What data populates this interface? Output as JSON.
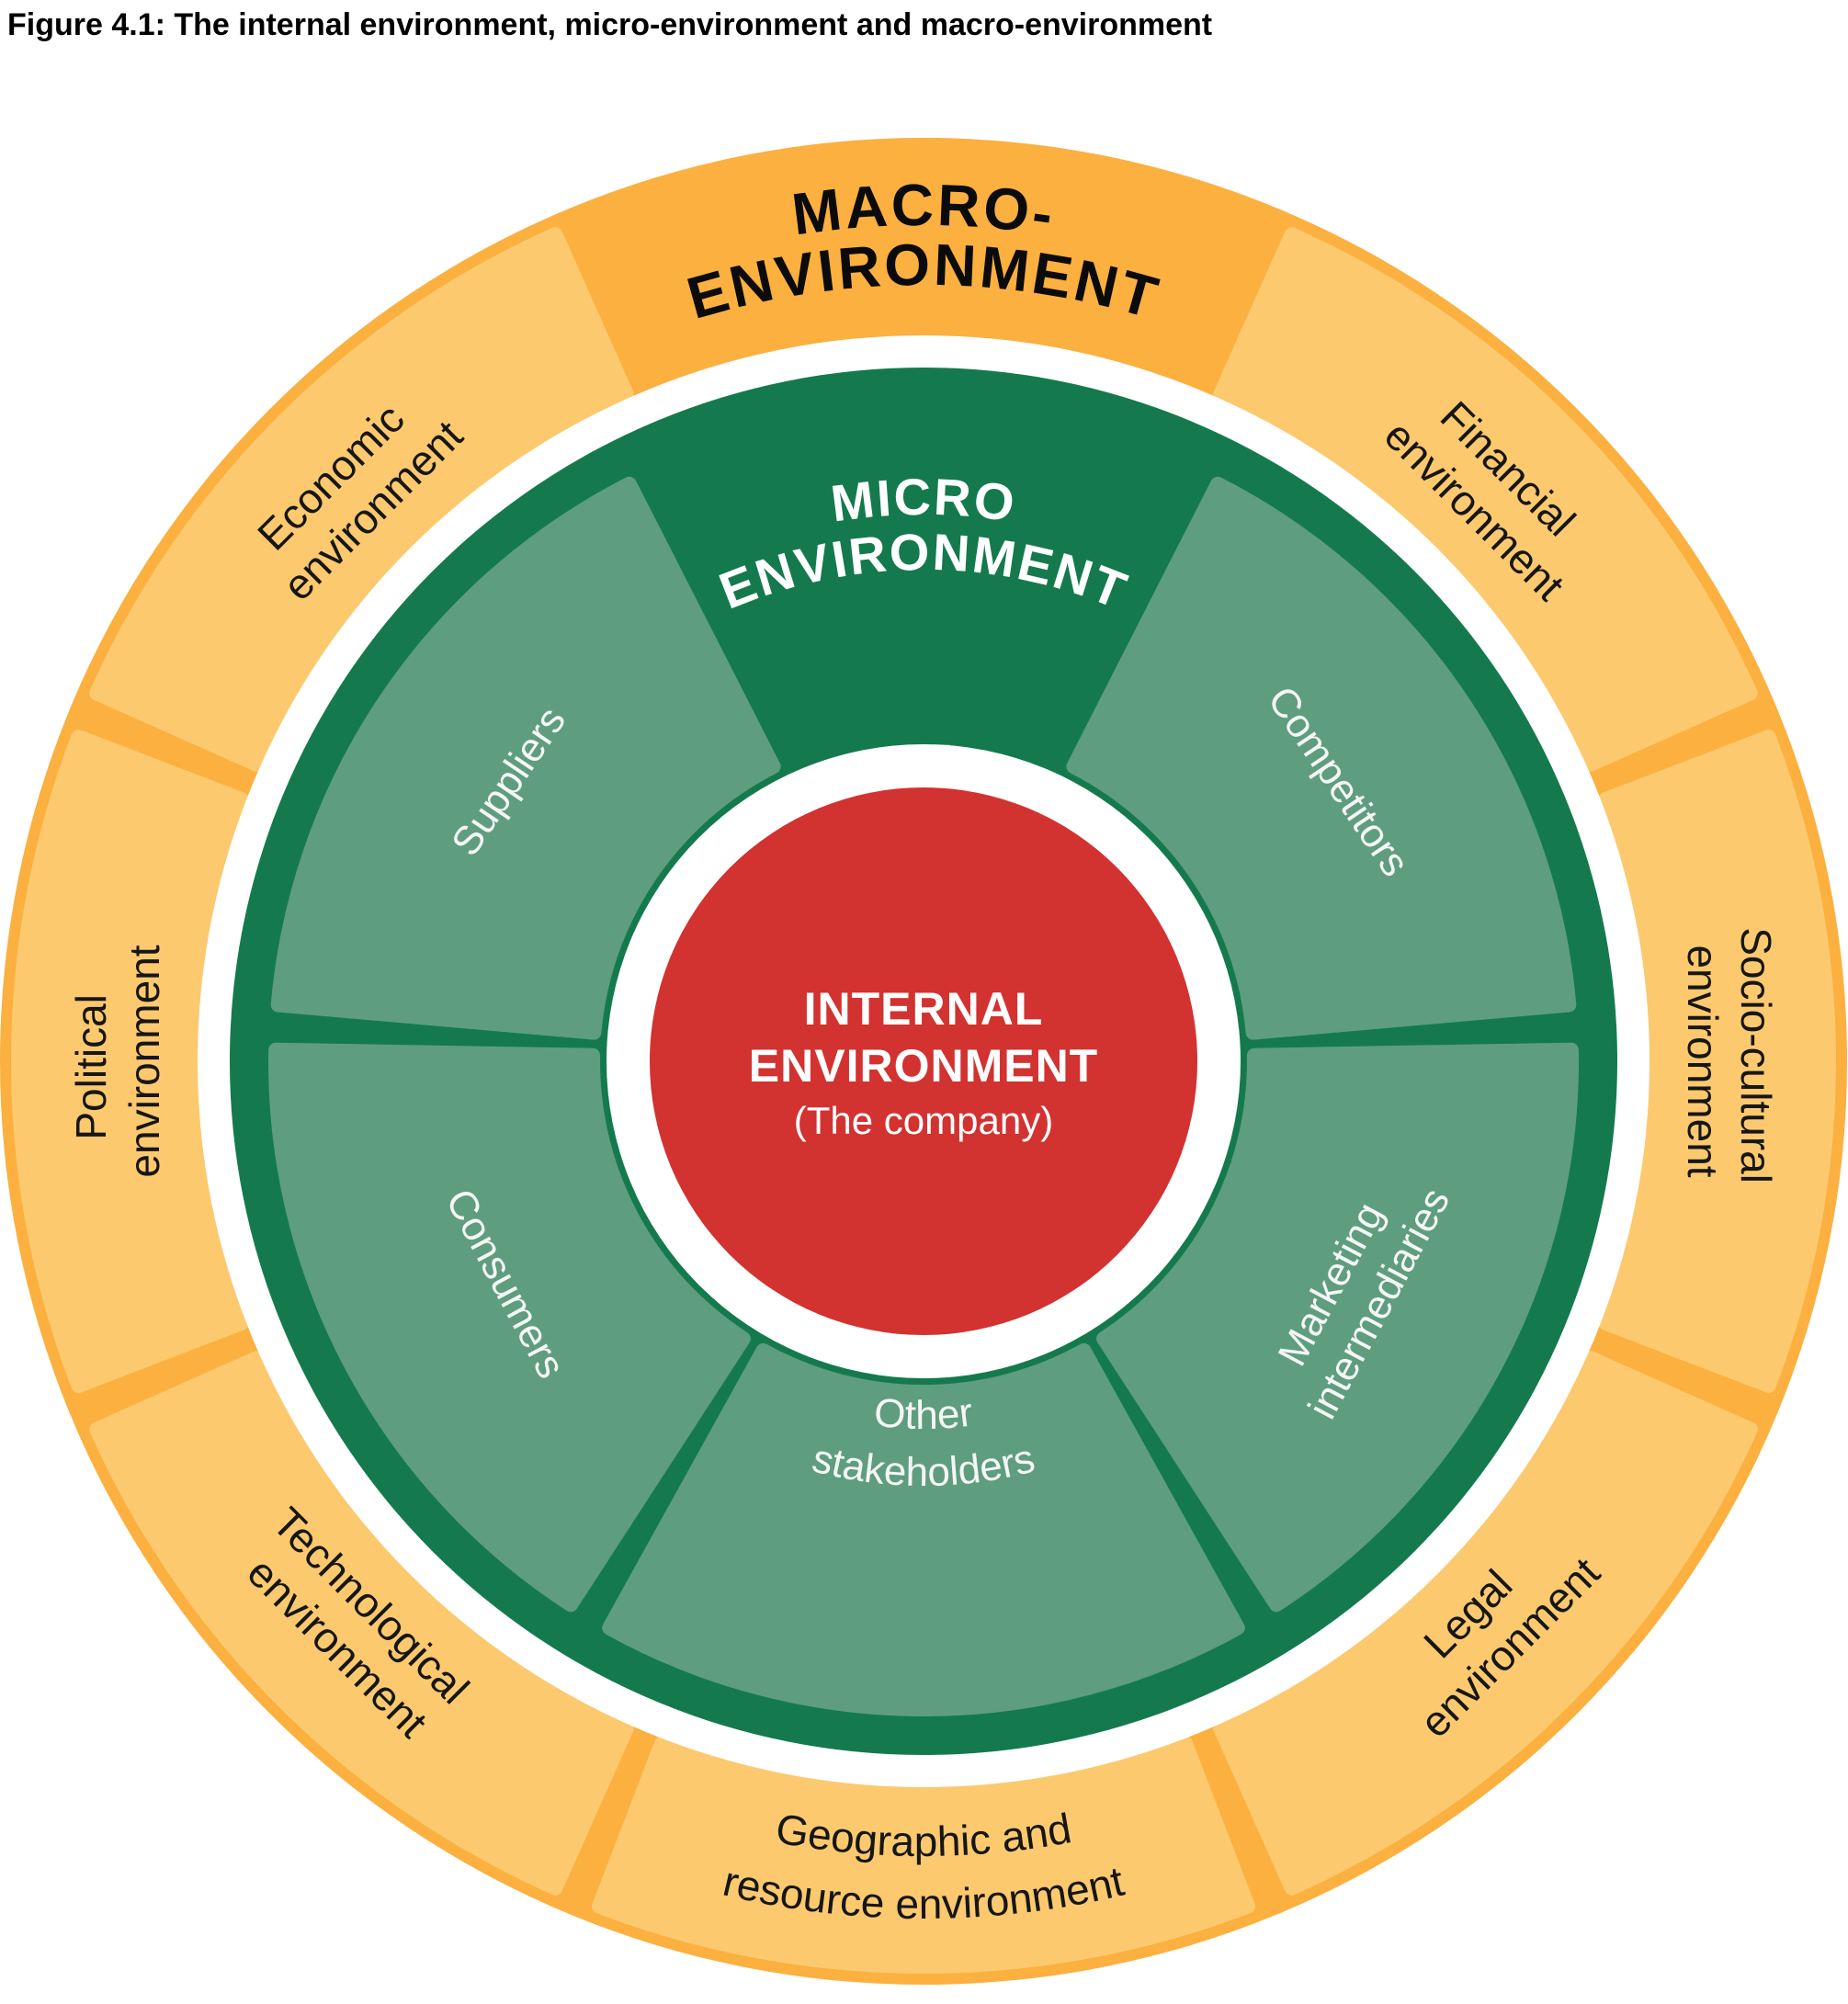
{
  "figure": {
    "title": "Figure 4.1: The internal environment, micro-environment and macro-environment"
  },
  "colors": {
    "macro_ring": "#FBB03F",
    "macro_segment": "#FCC96F",
    "micro_ring": "#147A4D",
    "micro_segment": "#5F9D7F",
    "core": "#D23230",
    "gap": "#FFFFFF"
  },
  "macro": {
    "label_lines": [
      "MACRO-",
      "ENVIRONMENT"
    ],
    "segments": [
      {
        "id": "financial",
        "lines": [
          "Financial",
          "environment"
        ]
      },
      {
        "id": "socio-cultural",
        "lines": [
          "Socio-cultural",
          "environment"
        ]
      },
      {
        "id": "legal",
        "lines": [
          "Legal",
          "environment"
        ]
      },
      {
        "id": "geographic",
        "lines": [
          "Geographic and",
          "resource environment"
        ]
      },
      {
        "id": "technological",
        "lines": [
          "Technological",
          "environment"
        ]
      },
      {
        "id": "political",
        "lines": [
          "Political",
          "environment"
        ]
      },
      {
        "id": "economic",
        "lines": [
          "Economic",
          "environment"
        ]
      }
    ]
  },
  "micro": {
    "label_lines": [
      "MICRO",
      "ENVIRONMENT"
    ],
    "segments": [
      {
        "id": "competitors",
        "lines": [
          "Competitors"
        ]
      },
      {
        "id": "marketing-intermediaries",
        "lines": [
          "Marketing",
          "intermediaries"
        ]
      },
      {
        "id": "other-stakeholders",
        "lines": [
          "Other",
          "stakeholders"
        ]
      },
      {
        "id": "consumers",
        "lines": [
          "Consumers"
        ]
      },
      {
        "id": "suppliers",
        "lines": [
          "Suppliers"
        ]
      }
    ]
  },
  "core": {
    "lines": [
      "INTERNAL",
      "ENVIRONMENT",
      "(The company)"
    ]
  }
}
